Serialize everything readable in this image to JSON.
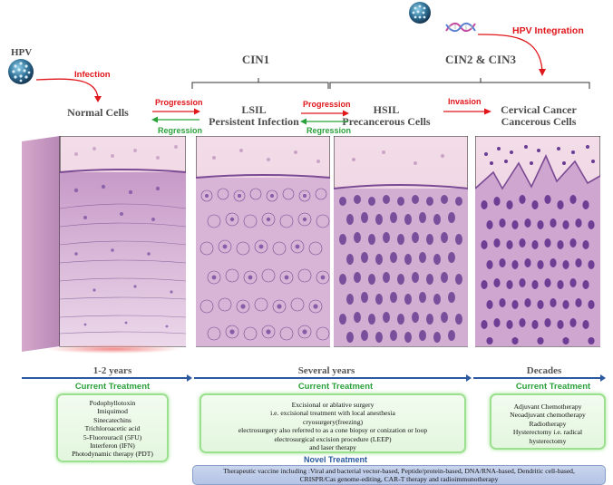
{
  "hpv_label": "HPV",
  "infection_label": "Infection",
  "hpv_integration_label": "HPV Integration",
  "groups": {
    "cin1": "CIN1",
    "cin23": "CIN2 & CIN3"
  },
  "stages": {
    "normal": {
      "title": "Normal Cells"
    },
    "lsil": {
      "title": "LSIL",
      "subtitle": "Persistent Infection"
    },
    "hsil": {
      "title": "HSIL",
      "subtitle": "Precancerous Cells"
    },
    "cancer": {
      "title": "Cervical Cancer",
      "subtitle": "Cancerous Cells"
    }
  },
  "arrows": {
    "progression1": "Progression",
    "regression1": "Regression",
    "progression2": "Progression",
    "regression2": "Regression",
    "invasion": "Invasion"
  },
  "timeline": {
    "t1": "1-2 years",
    "t2": "Several years",
    "t3": "Decades"
  },
  "current_treatment_label": "Current Treatment",
  "treatments": {
    "early": [
      "Podophyllotoxin",
      "Imiquimod",
      "Sinecatechins",
      "Trichloroacetic acid",
      "5-Fluorouracil (5FU)",
      "Interferon (IFN)",
      "Photodynamic therapy (PDT)"
    ],
    "middle": [
      "Excisional or ablative surgery",
      "i.e. excisional treatment with local anesthesia",
      "cryosurgery(freezing)",
      "electrosurgery also referred to as a cone biopsy or conization or loop",
      "electrosurgical excision procedure (LEEP)",
      "and laser therapy"
    ],
    "late": [
      "Adjuvant Chemotherapy",
      "Neoadjuvant chemotherapy",
      "Radiotherapy",
      "Hysterectomy i.e. radical hysterectomy"
    ]
  },
  "novel_treatment_label": "Novel Treatment",
  "novel_treatment_lines": [
    "Therapeutic vaccine including :Viral and bacterial vector-based, Peptide/protein-based, DNA/RNA-based, Dendritic cell-based,",
    "CRISPR/Cas genome-editing, CAR-T therapy and radioimmunotherapy"
  ],
  "colors": {
    "red": "#e0161b",
    "green": "#2aa13a",
    "blue": "#2b5aa0",
    "tissue_pink": "#e2c0dc",
    "cell_purple": "#8a5aa8"
  }
}
